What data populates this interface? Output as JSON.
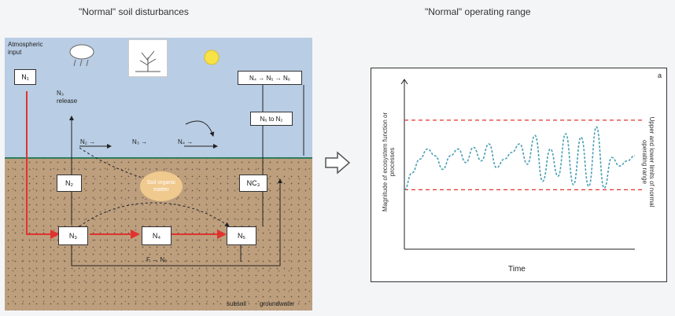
{
  "left_title": "\"Normal\" soil disturbances",
  "right_title": "\"Normal\" operating range",
  "diagram": {
    "labels": {
      "atm_input": "Atmospheric input",
      "n1": "N₁",
      "n3_export": "N₃\nrelease",
      "n4_export": "N₄ → N₅ → N₆",
      "n6_box": "N₆ to N₂",
      "n2": "N₂",
      "n3": "N₃",
      "n4": "N₄",
      "n5": "N₅",
      "nc": "NC₃",
      "pool": "Soil organic matter",
      "flux_left": "N₂ →",
      "flux_mid": "N₃ →",
      "flux_right": "N₄ →",
      "bottom_flux": "F ← N₆",
      "legend_a": "subsoil",
      "legend_b": "groundwater"
    },
    "icons": [
      "cloud-rain-icon",
      "tree-icon",
      "sun-icon"
    ],
    "colors": {
      "sky": "#b9cde4",
      "soil": "#bd9f7e",
      "red_flow": "#e0332f"
    }
  },
  "chart_data": {
    "type": "line",
    "xlabel": "Time",
    "ylabel_left": "Magnitude of ecosystem function or processes",
    "ylabel_right": "Upper and lower limits of normal operating range",
    "corner_label": "a",
    "upper_limit": 0.76,
    "lower_limit": 0.35,
    "series": [
      {
        "values": [
          0.35,
          0.45,
          0.53,
          0.59,
          0.55,
          0.47,
          0.55,
          0.59,
          0.51,
          0.6,
          0.52,
          0.62,
          0.48,
          0.53,
          0.57,
          0.62,
          0.5,
          0.67,
          0.4,
          0.59,
          0.43,
          0.68,
          0.38,
          0.66,
          0.37,
          0.72,
          0.36,
          0.54,
          0.49,
          0.52,
          0.55
        ]
      }
    ],
    "colors": {
      "series": "#4a9fb5",
      "limits": "#e0332f"
    }
  }
}
